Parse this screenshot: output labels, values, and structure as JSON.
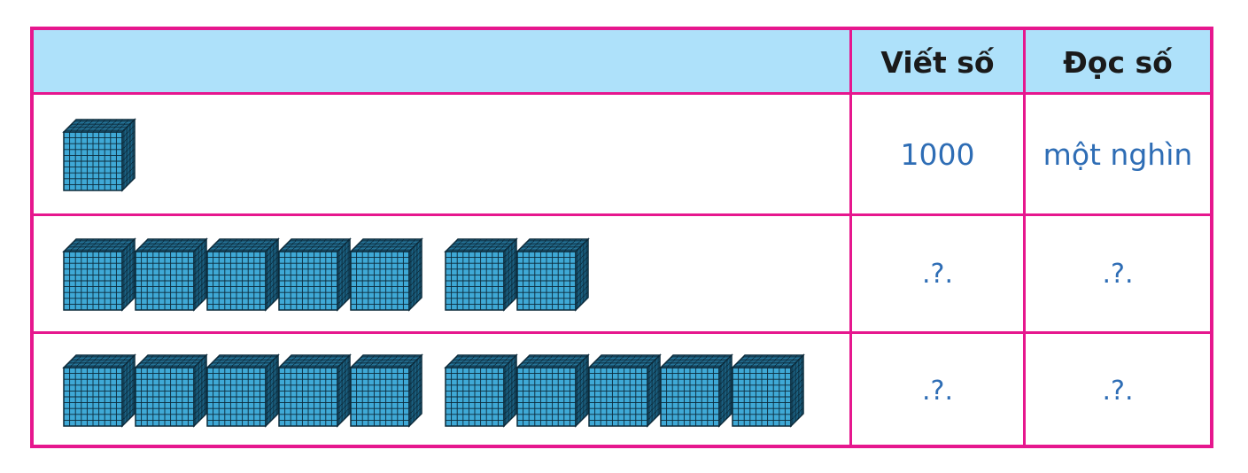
{
  "header": {
    "picture_col": "",
    "write_col": "Viết số",
    "read_col": "Đọc số"
  },
  "rows": [
    {
      "cubes": [
        1
      ],
      "write": "1000",
      "read": "một nghìn"
    },
    {
      "cubes": [
        5,
        2
      ],
      "write": ".?.",
      "read": ".?."
    },
    {
      "cubes": [
        5,
        5
      ],
      "write": ".?.",
      "read": ".?."
    }
  ],
  "colors": {
    "border": "#e6178e",
    "header_bg": "#aee1fa",
    "cube_fill": "#3fa9d6",
    "value_text": "#2e6db5"
  },
  "icons": {
    "thousand_block": "thousand-cube-icon"
  }
}
